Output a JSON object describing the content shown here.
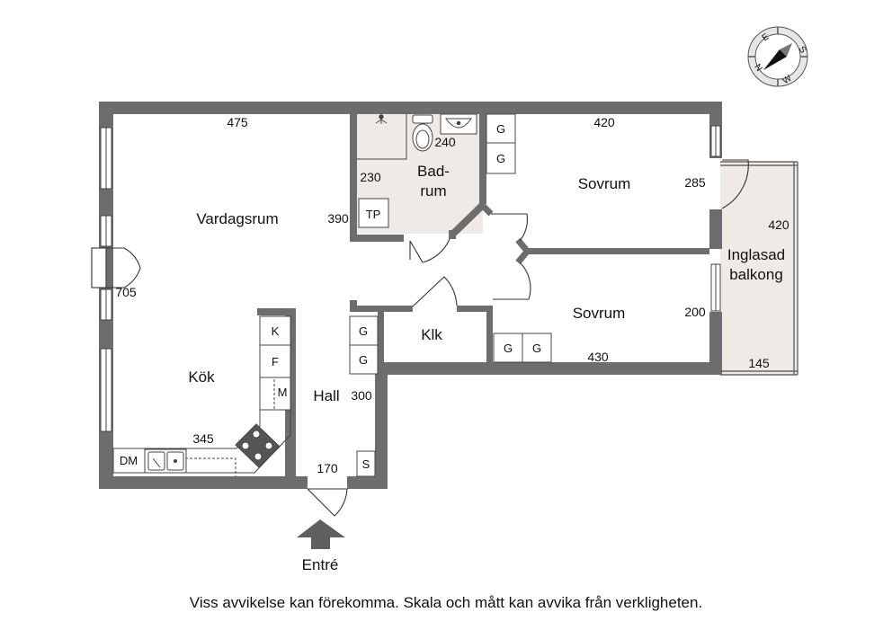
{
  "rooms": {
    "vardagsrum": "Vardagsrum",
    "kok": "Kök",
    "hall": "Hall",
    "badrum_line1": "Bad-",
    "badrum_line2": "rum",
    "sovrum_1": "Sovrum",
    "sovrum_2": "Sovrum",
    "klk": "Klk",
    "balkong_line1": "Inglasad",
    "balkong_line2": "balkong"
  },
  "dimensions": {
    "vardagsrum_width": "475",
    "vardagsrum_depth": "390",
    "living_kitchen_depth": "705",
    "kitchen_width": "345",
    "bath_width": "240",
    "bath_depth": "230",
    "bedroom1_width": "420",
    "bedroom1_depth": "285",
    "bedroom2_width": "430",
    "bedroom2_depth": "200",
    "hall_depth": "300",
    "hall_width": "170",
    "balcony_depth": "420",
    "balcony_width": "145"
  },
  "fixtures": {
    "tp": "TP",
    "wardrobe": "G",
    "fridge": "K",
    "freezer": "F",
    "microwave": "M",
    "dishwasher": "DM",
    "storage": "S"
  },
  "compass": {
    "east": "E",
    "south": "S",
    "west": "W",
    "north": "N"
  },
  "entrance_label": "Entré",
  "disclaimer": "Viss avvikelse kan förekomma. Skala och mått kan avvika från verkligheten.",
  "colors": {
    "wall": "#6d6d6d",
    "wet_room": "#efeae6",
    "balcony": "#efeae6",
    "line": "#333333"
  }
}
